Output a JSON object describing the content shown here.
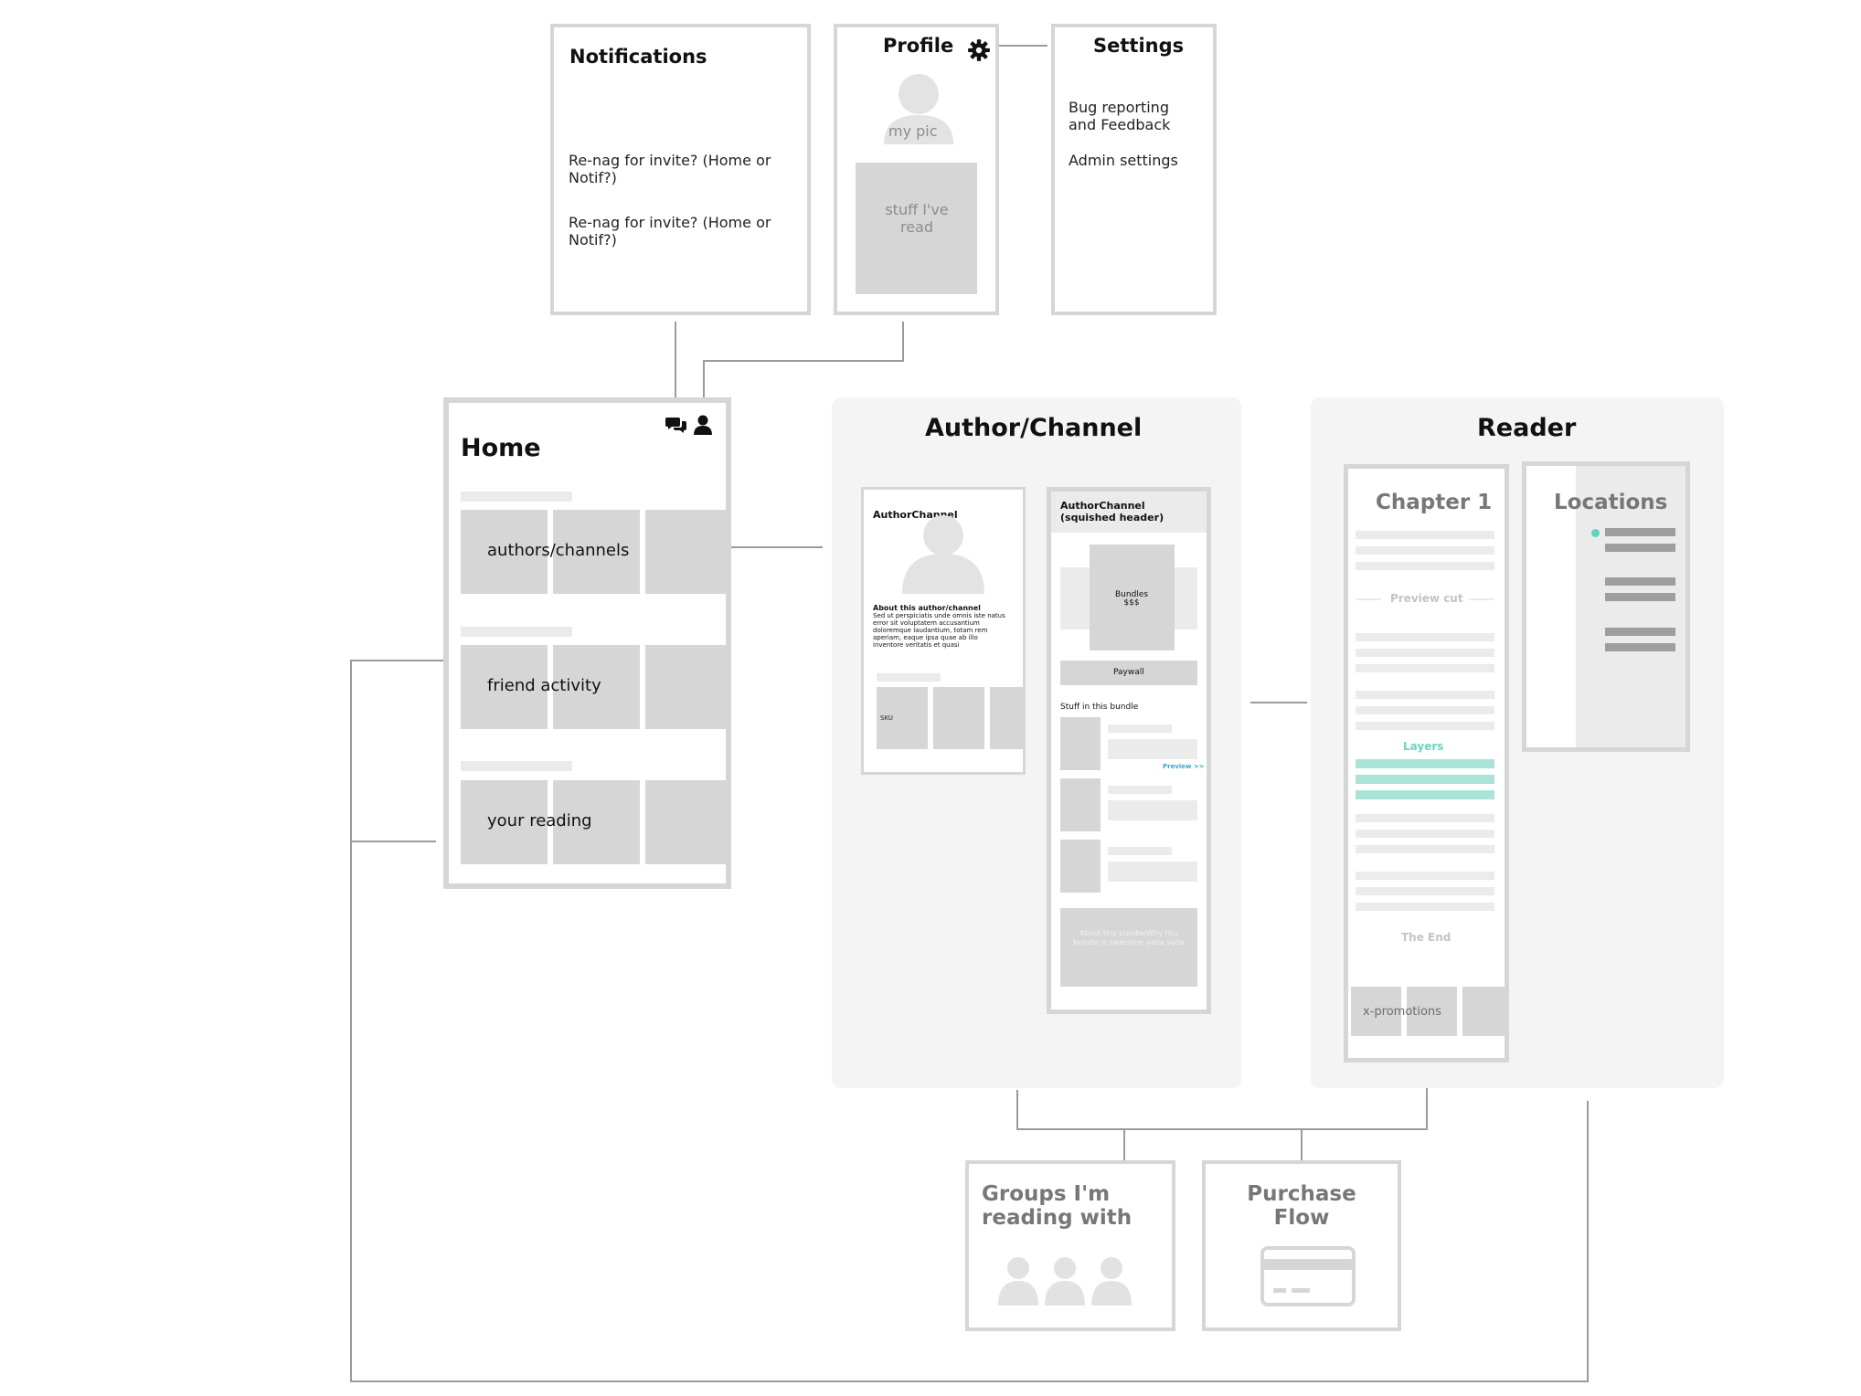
{
  "notifications": {
    "title": "Notifications",
    "items": [
      "Re-nag for invite? (Home or Notif?)",
      "Re-nag for invite? (Home or Notif?)"
    ]
  },
  "profile": {
    "title": "Profile",
    "pic_label": "my pic",
    "read_label": "stuff I've read"
  },
  "settings": {
    "title": "Settings",
    "items": [
      "Bug reporting and Feedback",
      "Admin settings"
    ]
  },
  "home": {
    "title": "Home",
    "rows": [
      "authors/channels",
      "friend activity",
      "your reading"
    ]
  },
  "author_channel": {
    "title": "Author/Channel",
    "screen1": {
      "title": "AuthorChannel",
      "about_title": "About this author/channel",
      "about_text": "Sed ut perspiciatis unde omnis iste natus error sit voluptatem accusantium doloremque laudantium, totam rem aperiam, eaque ipsa quae ab illo inventore veritatis et quasi",
      "sku": "SKU"
    },
    "screen2": {
      "title": "AuthorChannel (squished header)",
      "bundles": "Bundles $$$",
      "paywall": "Paywall",
      "stuff": "Stuff in this bundle",
      "preview": "Preview >>",
      "about_bundle": "About this bundle/Why this bundle is awesome yada yada"
    }
  },
  "reader": {
    "title": "Reader",
    "chapter": "Chapter 1",
    "preview_cut": "Preview cut",
    "layers": "Layers",
    "the_end": "The End",
    "x_promotions": "x-promotions",
    "locations": "Locations"
  },
  "groups": {
    "title": "Groups I'm reading with"
  },
  "purchase": {
    "title": "Purchase Flow"
  },
  "colors": {
    "frame": "#d6d6d6",
    "panel": "#f4f4f4",
    "teal": "#5dd4c0",
    "line": "#9a9a9a"
  },
  "icons": [
    "gear-icon",
    "chat-icon",
    "user-icon",
    "avatar-icon",
    "credit-card-icon",
    "people-icon"
  ]
}
